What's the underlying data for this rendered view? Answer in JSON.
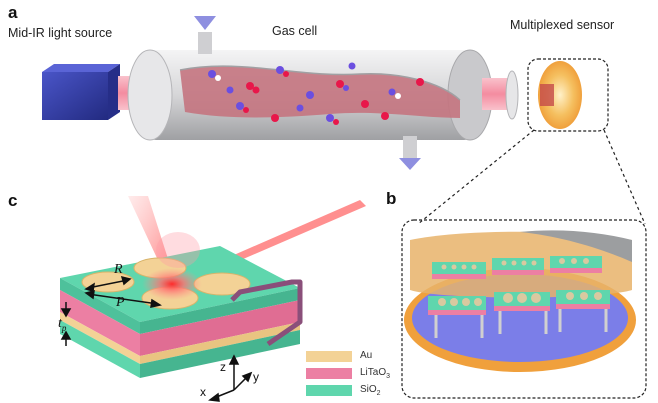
{
  "panels": {
    "a": {
      "letter": "a",
      "source_label": "Mid-IR light source",
      "cell_label": "Gas cell",
      "sensor_label": "Multiplexed sensor"
    },
    "b": {
      "letter": "b"
    },
    "c": {
      "letter": "c",
      "R": "R",
      "P": "P",
      "tp": "t",
      "tp_sub": "p",
      "x": "x",
      "y": "y",
      "z": "z"
    }
  },
  "legend": [
    {
      "name": "Au",
      "color": "#f3d296"
    },
    {
      "name": "LiTaO",
      "sub": "3",
      "color": "#ec7fa3"
    },
    {
      "name": "SiO",
      "sub": "2",
      "color": "#5fd6ad"
    }
  ],
  "colors": {
    "source": "#353eaa",
    "beam": "#f7a9b8",
    "cell_body": "#d9d9db",
    "gas": "#c4747f",
    "molecule_red": "#e8174a",
    "molecule_blue": "#6b4fe0",
    "sensor_glow": "#f5b94a",
    "platter": "#f0a03c",
    "platter_inner": "#7b7ee8",
    "substrate_teal": "#5fd6ad",
    "substrate_pink": "#ec7fa3",
    "wire": "#8a4f7a"
  }
}
